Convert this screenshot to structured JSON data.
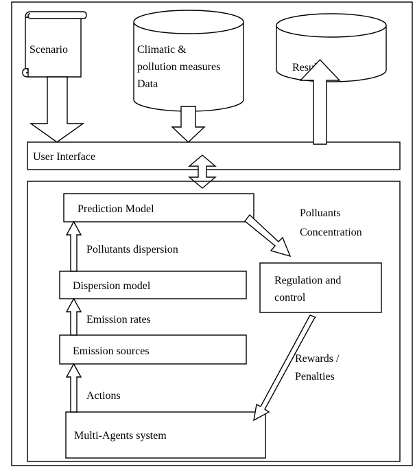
{
  "scenario": {
    "label": "Scenario"
  },
  "climatic_data": {
    "line1": "Climatic &",
    "line2": "pollution measures",
    "line3": "Data"
  },
  "results": {
    "label": "Results"
  },
  "user_interface": {
    "label": "User Interface"
  },
  "prediction_model": {
    "label": "Prediction Model"
  },
  "dispersion_model": {
    "label": "Dispersion model"
  },
  "emission_sources": {
    "label": "Emission sources"
  },
  "multi_agents": {
    "label": "Multi-Agents system"
  },
  "regulation": {
    "line1": "Regulation and",
    "line2": "control"
  },
  "flows": {
    "pollutants_dispersion": "Pollutants dispersion",
    "emission_rates": "Emission rates",
    "actions": "Actions",
    "pollutants_concentration_1": "Polluants",
    "pollutants_concentration_2": "Concentration",
    "rewards_1": "Rewards /",
    "rewards_2": "Penalties"
  }
}
